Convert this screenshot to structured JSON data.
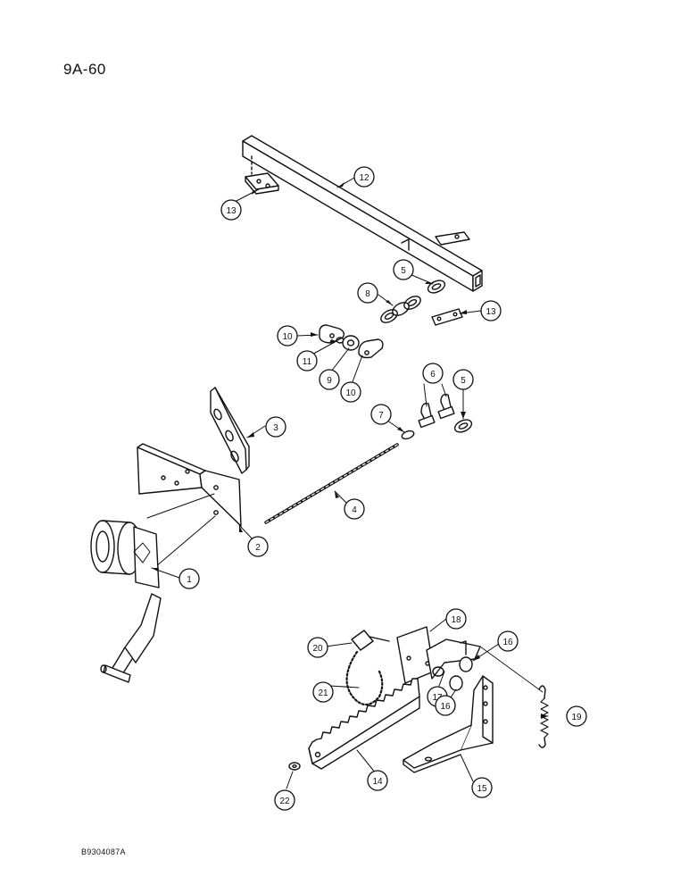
{
  "page_number": "9A-60",
  "drawing_code": "B9304087A",
  "callouts": [
    {
      "id": "c1",
      "label": "1"
    },
    {
      "id": "c2",
      "label": "2"
    },
    {
      "id": "c3",
      "label": "3"
    },
    {
      "id": "c4",
      "label": "4"
    },
    {
      "id": "c5a",
      "label": "5"
    },
    {
      "id": "c5b",
      "label": "5"
    },
    {
      "id": "c6",
      "label": "6"
    },
    {
      "id": "c7",
      "label": "7"
    },
    {
      "id": "c8",
      "label": "8"
    },
    {
      "id": "c9",
      "label": "9"
    },
    {
      "id": "c10a",
      "label": "10"
    },
    {
      "id": "c10b",
      "label": "10"
    },
    {
      "id": "c11",
      "label": "11"
    },
    {
      "id": "c12",
      "label": "12"
    },
    {
      "id": "c13a",
      "label": "13"
    },
    {
      "id": "c13b",
      "label": "13"
    },
    {
      "id": "c14",
      "label": "14"
    },
    {
      "id": "c15",
      "label": "15"
    },
    {
      "id": "c16a",
      "label": "16"
    },
    {
      "id": "c16b",
      "label": "16"
    },
    {
      "id": "c17",
      "label": "17"
    },
    {
      "id": "c18",
      "label": "18"
    },
    {
      "id": "c19",
      "label": "19"
    },
    {
      "id": "c20",
      "label": "20"
    },
    {
      "id": "c21",
      "label": "21"
    },
    {
      "id": "c22",
      "label": "22"
    }
  ]
}
